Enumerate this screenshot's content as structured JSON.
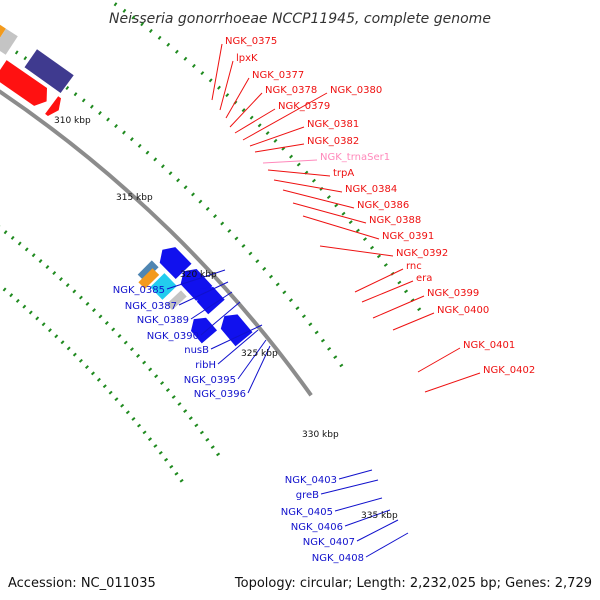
{
  "title": "Neisseria gonorrhoeae NCCP11945, complete genome",
  "footer": {
    "accession": "Accession: NC_011035",
    "topology": "Topology: circular; Length: 2,232,025 bp; Genes: 2,729"
  },
  "colors": {
    "backbone": "#8c8c8c",
    "tick": "#1f8a1f",
    "label_plus": "#ee1111",
    "label_minus": "#1111cc",
    "label_trna": "#ff88bb",
    "red": "#ff1111",
    "blue": "#1111ee",
    "cyan": "#22ccee",
    "gray": "#c4c4c4",
    "olive": "#6f9a2e",
    "steel": "#4f86b2",
    "purple": "#7266dd",
    "navy": "#3f3a8f",
    "orange": "#f39a1c",
    "magenta": "#ee2ea0",
    "khaki": "#c2c08a",
    "darkgray": "#707070",
    "teal": "#22ee99"
  },
  "scale_labels": [
    "310 kbp",
    "315 kbp",
    "320 kbp",
    "325 kbp",
    "330 kbp",
    "335 kbp"
  ],
  "genes_plus": [
    {
      "label": "NGK_0375",
      "type": "cds"
    },
    {
      "label": "lpxK",
      "type": "cds"
    },
    {
      "label": "NGK_0377",
      "type": "cds"
    },
    {
      "label": "NGK_0378",
      "type": "cds"
    },
    {
      "label": "NGK_0379",
      "type": "cds"
    },
    {
      "label": "NGK_0380",
      "type": "cds"
    },
    {
      "label": "NGK_0381",
      "type": "cds"
    },
    {
      "label": "NGK_0382",
      "type": "cds"
    },
    {
      "label": "NGK_trnaSer1",
      "type": "trna"
    },
    {
      "label": "trpA",
      "type": "cds"
    },
    {
      "label": "NGK_0384",
      "type": "cds"
    },
    {
      "label": "NGK_0386",
      "type": "cds"
    },
    {
      "label": "NGK_0388",
      "type": "cds"
    },
    {
      "label": "NGK_0391",
      "type": "cds"
    },
    {
      "label": "NGK_0392",
      "type": "cds"
    },
    {
      "label": "rnc",
      "type": "cds"
    },
    {
      "label": "era",
      "type": "cds"
    },
    {
      "label": "NGK_0399",
      "type": "cds"
    },
    {
      "label": "NGK_0400",
      "type": "cds"
    },
    {
      "label": "NGK_0401",
      "type": "cds"
    },
    {
      "label": "NGK_0402",
      "type": "cds"
    }
  ],
  "genes_minus": [
    {
      "label": "NGK_0385",
      "type": "cds"
    },
    {
      "label": "NGK_0387",
      "type": "cds"
    },
    {
      "label": "NGK_0389",
      "type": "cds"
    },
    {
      "label": "NGK_0390",
      "type": "cds"
    },
    {
      "label": "nusB",
      "type": "cds"
    },
    {
      "label": "ribH",
      "type": "cds"
    },
    {
      "label": "NGK_0395",
      "type": "cds"
    },
    {
      "label": "NGK_0396",
      "type": "cds"
    },
    {
      "label": "NGK_0403",
      "type": "cds"
    },
    {
      "label": "greB",
      "type": "cds"
    },
    {
      "label": "NGK_0405",
      "type": "cds"
    },
    {
      "label": "NGK_0406",
      "type": "cds"
    },
    {
      "label": "NGK_0407",
      "type": "cds"
    },
    {
      "label": "NGK_0408",
      "type": "cds"
    }
  ]
}
